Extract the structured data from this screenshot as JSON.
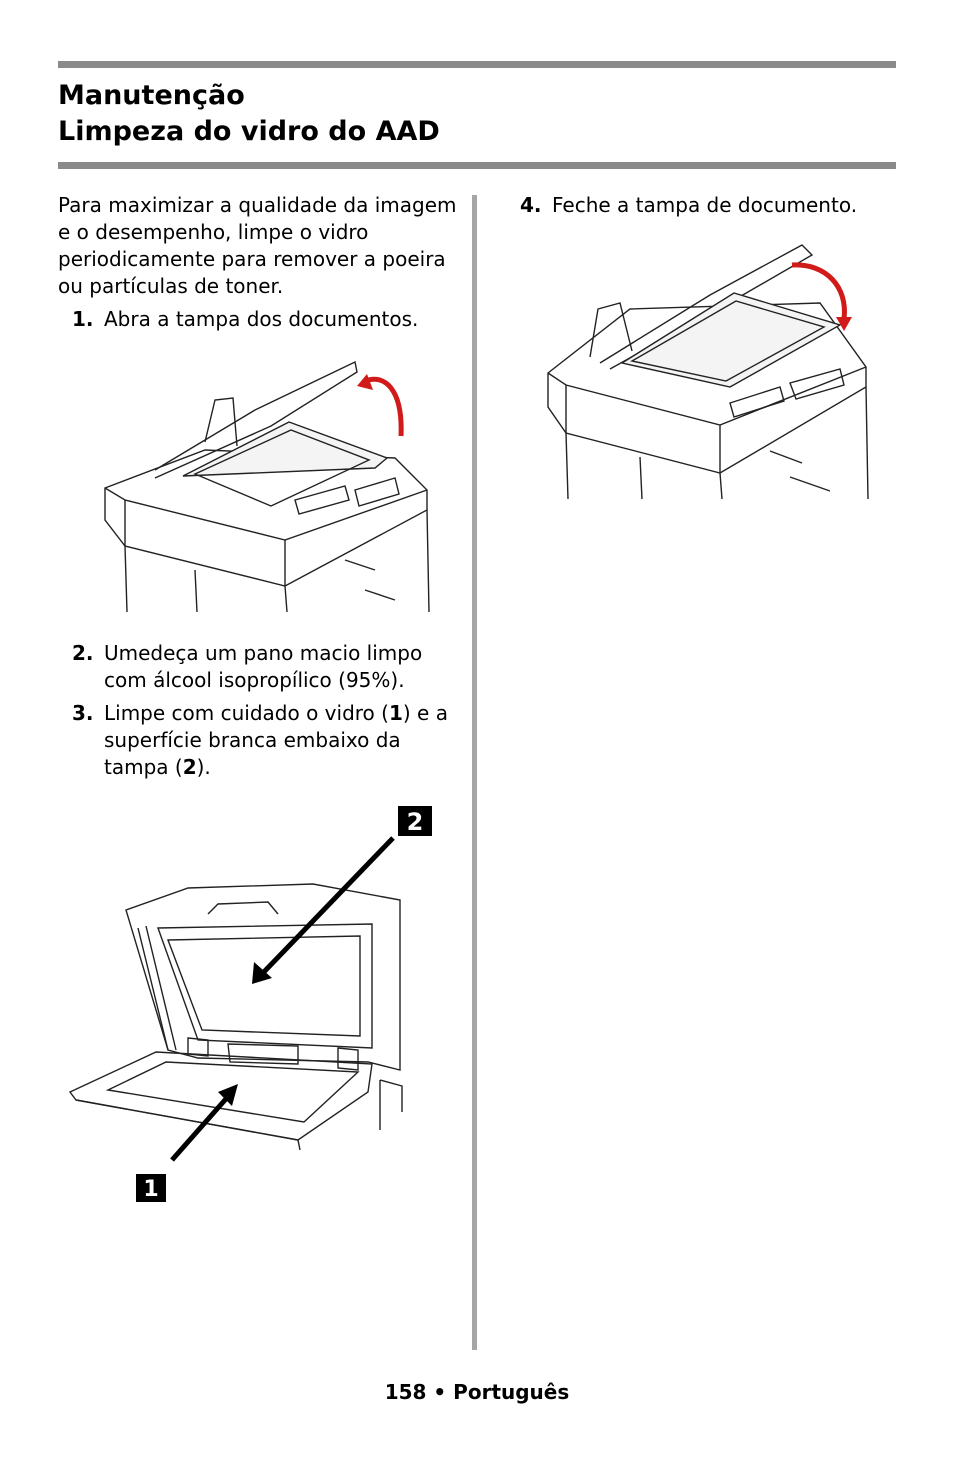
{
  "header": {
    "title_line1": "Manutenção",
    "title_line2": "Limpeza do vidro do AAD"
  },
  "intro": "Para maximizar a qualidade da imagem e o desempenho, limpe o vidro periodicamente para remover a poeira ou partículas de toner.",
  "steps": [
    {
      "num": "1.",
      "text": "Abra a tampa dos documentos."
    },
    {
      "num": "2.",
      "text": "Umedeça um pano macio limpo com álcool isopropílico (95%)."
    },
    {
      "num": "3.",
      "text_a": "Limpe com cuidado o vidro (",
      "bold_a": "1",
      "text_b": ") e a superfície branca embaixo da tampa (",
      "bold_b": "2",
      "text_c": ")."
    },
    {
      "num": "4.",
      "text": "Feche a tampa de documento."
    }
  ],
  "figure_callouts": {
    "glass": "1",
    "lid": "2"
  },
  "footer": "158 • Português",
  "colors": {
    "rule": "#8a8a8a",
    "divider": "#a6a6a6",
    "arrow": "#d11a1a"
  }
}
